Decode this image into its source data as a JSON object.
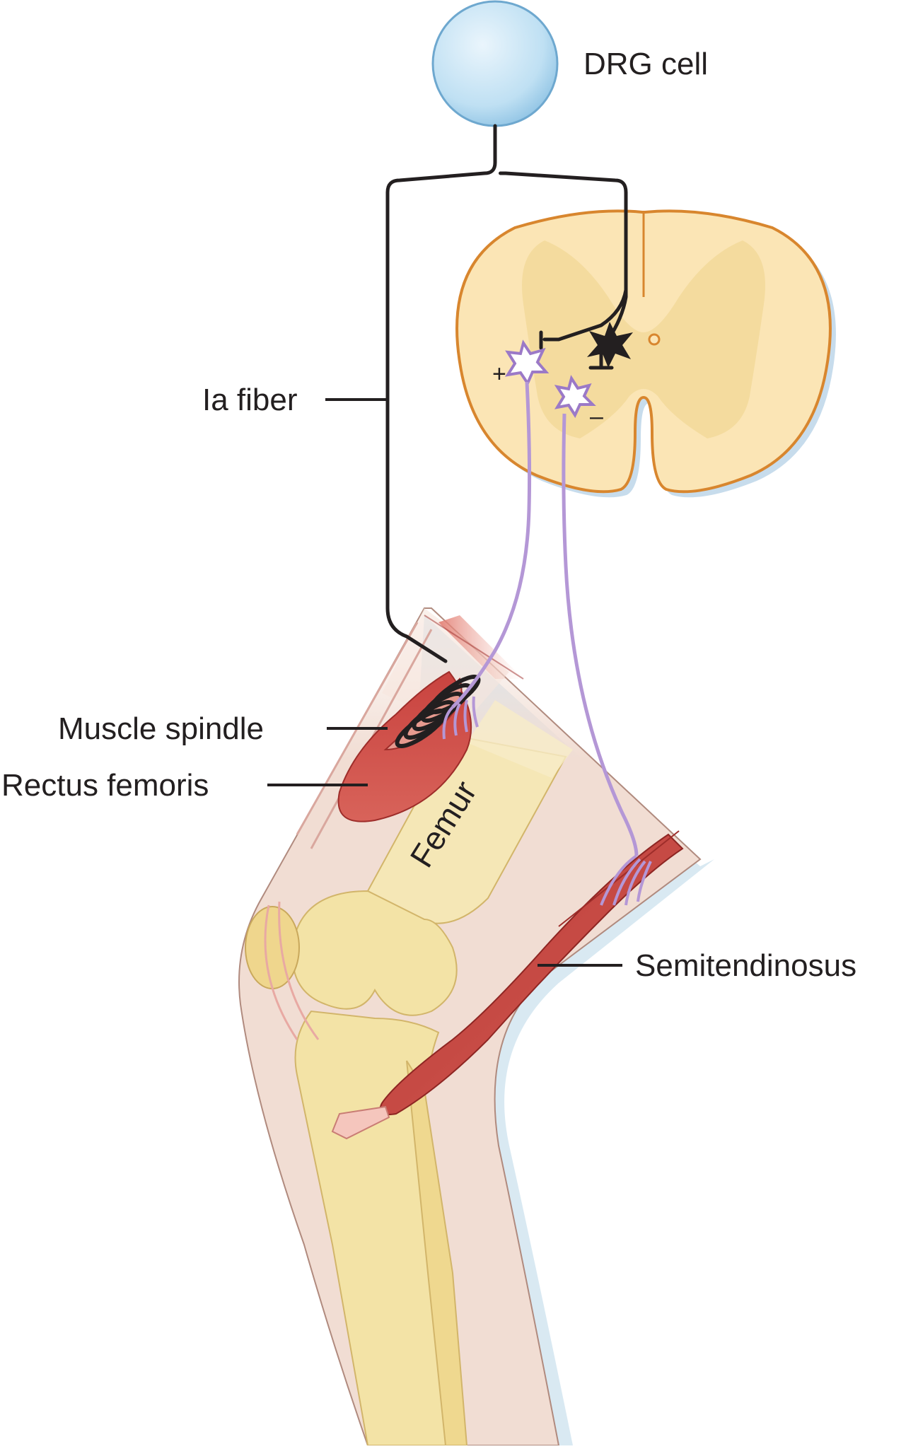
{
  "labels": {
    "drg_cell": "DRG cell",
    "ia_fiber": "Ia fiber",
    "muscle_spindle": "Muscle spindle",
    "rectus_femoris": "Rectus femoris",
    "femur": "Femur",
    "semitendinosus": "Semitendinosus",
    "plus_sign": "+",
    "minus_sign": "–"
  },
  "colors": {
    "drg_cell": "#bfe0f3",
    "spinal_white_matter": "#fbe5b5",
    "spinal_outline": "#d8862e",
    "gray_matter": "#f2d99a",
    "motor_neuron": "#b497d6",
    "muscle": "#c9433f",
    "bone": "#f3e3a6",
    "skin": "#f1ddd3",
    "fiber_line": "#231f20"
  }
}
